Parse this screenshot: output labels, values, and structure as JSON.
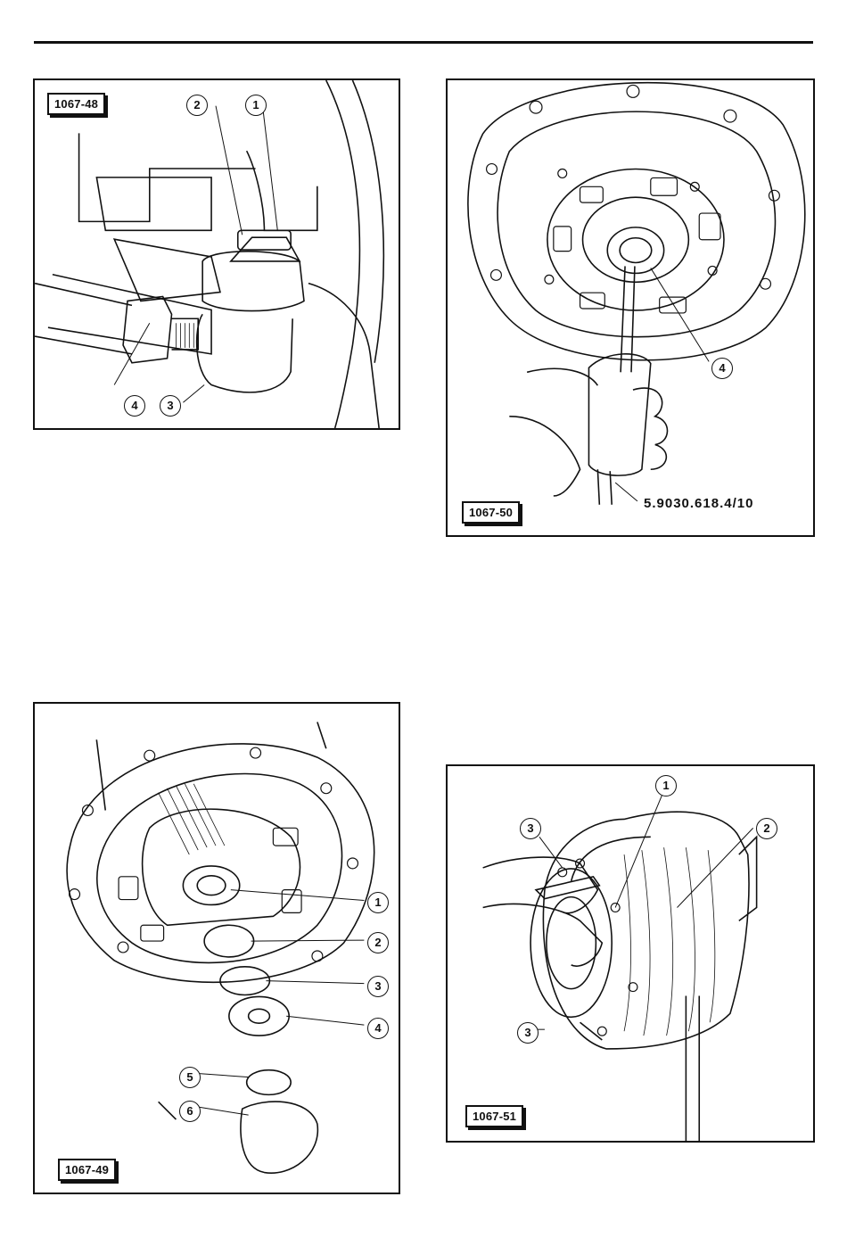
{
  "figures": [
    {
      "id": "1067-48",
      "callouts": [
        "2",
        "1",
        "4",
        "3"
      ]
    },
    {
      "id": "1067-50",
      "callouts": [
        "4"
      ],
      "tool_code": "5.9030.618.4/10"
    },
    {
      "id": "1067-49",
      "callouts": [
        "1",
        "2",
        "3",
        "4",
        "5",
        "6"
      ]
    },
    {
      "id": "1067-51",
      "callouts": [
        "1",
        "3",
        "2",
        "3"
      ]
    }
  ]
}
